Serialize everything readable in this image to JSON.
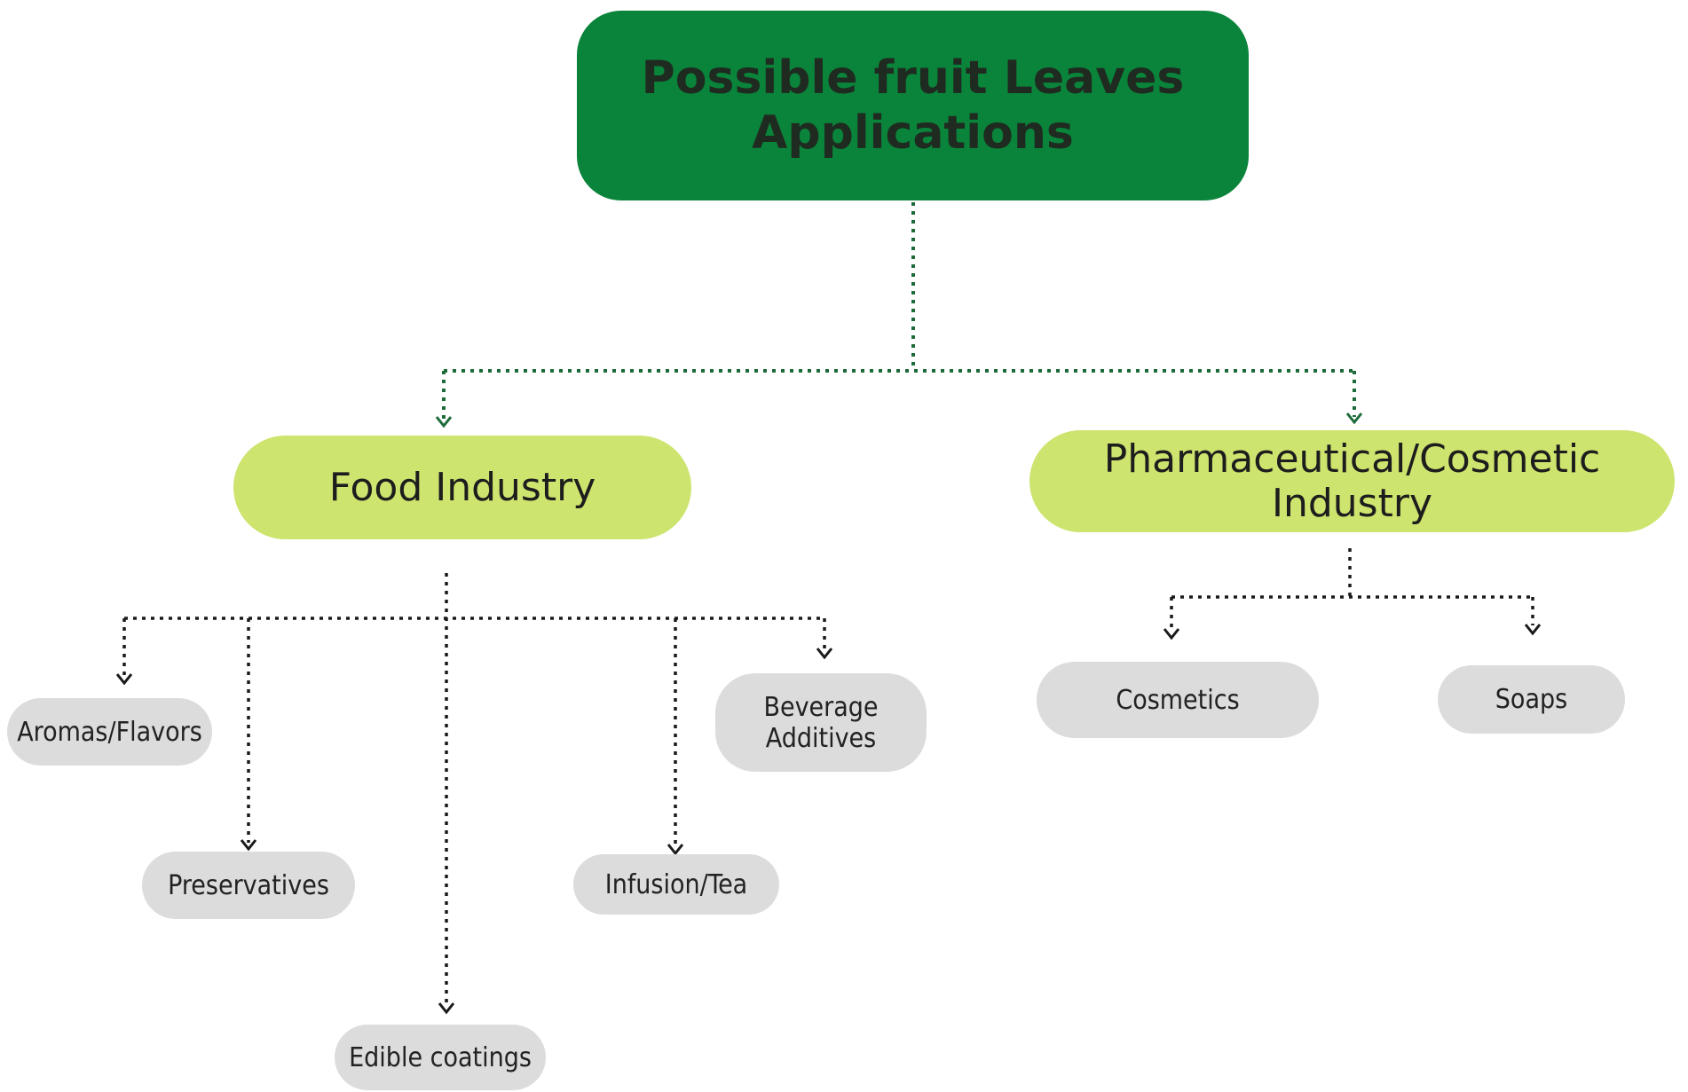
{
  "colors": {
    "root_fill": "#0a843a",
    "category_fill": "#cde46e",
    "leaf_fill": "#dcdcdc",
    "connector_green": "#1e6b3a",
    "connector_black": "#1a1a1a"
  },
  "root": {
    "label": "Possible fruit Leaves Applications"
  },
  "categories": {
    "food": {
      "label": "Food Industry"
    },
    "pharma": {
      "label": "Pharmaceutical/Cosmetic Industry"
    }
  },
  "food_items": {
    "aromas": "Aromas/Flavors",
    "preservatives": "Preservatives",
    "edible": "Edible coatings",
    "infusion": "Infusion/Tea",
    "beverage": "Beverage Additives"
  },
  "pharma_items": {
    "cosmetics": "Cosmetics",
    "soaps": "Soaps"
  }
}
